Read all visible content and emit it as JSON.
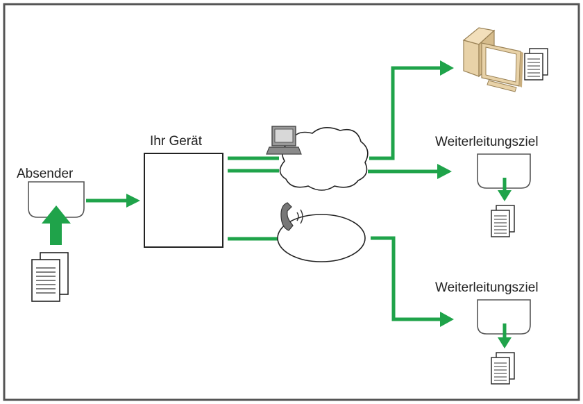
{
  "labels": {
    "sender": "Absender",
    "device": "Ihr Gerät",
    "forward_target_1": "Weiterleitungsziel",
    "forward_target_2": "Weiterleitungsziel"
  },
  "colors": {
    "arrow": "#1fa34a",
    "frame": "#555555",
    "line": "#222222",
    "pc_beige": "#e8d2a8"
  },
  "icons": {
    "sender_document": "document-stack-icon",
    "computer": "desktop-computer-icon",
    "network_terminal": "small-computer-icon",
    "network": "cloud-icon",
    "phone": "telephone-handset-icon",
    "telephone_line": "phone-line-ellipse-icon",
    "received_document": "document-stack-icon",
    "tray": "output-tray-icon"
  }
}
